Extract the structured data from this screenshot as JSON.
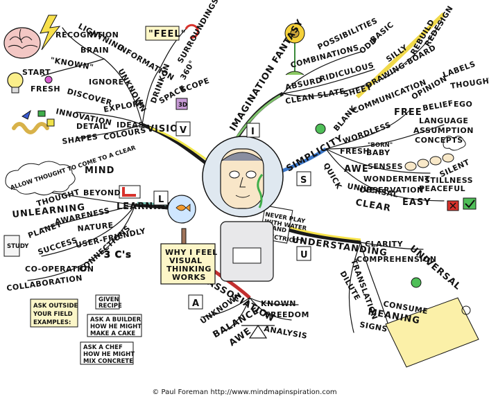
{
  "title_box": [
    "WHY I FEEL",
    "VISUAL",
    "THINKING",
    "WORKS"
  ],
  "footer": "© Paul Foreman http://www.mindmapinspiration.com",
  "main_branches": {
    "vision": "VISION",
    "imagination": "IMAGINATION FANTASY",
    "simplicity": "SIMPLICITY",
    "learning": "LEARNING",
    "understanding": "UNDERSTANDING",
    "association": "ASSOCIATION"
  },
  "letters": [
    "V",
    "I",
    "S",
    "U",
    "A",
    "L"
  ],
  "vision_words": {
    "lightning": "LIGHTNING",
    "recognition": "RECOGNITION",
    "brain": "BRAIN",
    "information": "INFORMATION",
    "known": "\"KNOWN\"",
    "ignore": "IGNORE",
    "unknown": "UNKNOWN",
    "start": "START",
    "fresh": "FRESH",
    "discover": "DISCOVER",
    "explore": "EXPLORE",
    "innovation": "INNOVATION",
    "ideas": "IDEAS",
    "detail": "DETAIL",
    "shapes": "SHAPES",
    "colours": "COLOURS",
    "feel": "\"FEEL\"",
    "surroundings": "SURROUNDINGS",
    "drink_in": "DRINK-IN",
    "space": "SPACE",
    "three_sixty": "360°",
    "scope": "SCOPE",
    "three_d": "3D"
  },
  "imagination_words": {
    "possibilities": "POSSIBILITIES",
    "combinations": "COMBINATIONS",
    "odd": "ODD",
    "basic": "BASIC",
    "absurd": "ABSURD",
    "ridiculous": "RIDICULOUS",
    "silly": "SILLY",
    "clean_slate": "CLEAN SLATE",
    "sheet": "SHEET",
    "drawing_board": "DRAWING-BOARD",
    "rebuild": "REBUILD",
    "redesign": "REDESIGN"
  },
  "simplicity_words": {
    "blank": "BLANK",
    "communication": "COMMUNICATION",
    "labels": "LABELS",
    "thought": "THOUGHT",
    "opinion": "OPINION",
    "wordless": "WORDLESS",
    "free": "FREE",
    "belief": "BELIEF",
    "ego": "EGO",
    "language": "LANGUAGE",
    "assumption": "ASSUMPTION",
    "concepts": "CONCEPTS",
    "fresh": "FRESH",
    "born": "\"BORN\"",
    "baby": "BABY",
    "awe": "AWE",
    "senses": "SENSES",
    "wonderment": "WONDERMENT",
    "silent": "SILENT",
    "stillness": "STILLNESS",
    "observation": "OBSERVATION",
    "quick": "QUICK",
    "universal": "UNIVERSAL",
    "peaceful": "PEACEFUL",
    "clear": "CLEAR",
    "easy": "EASY"
  },
  "learning_words": {
    "mind": "MIND",
    "allow": "ALLOW THOUGHT TO COME TO A CLEAR",
    "thought": "THOUGHT",
    "beyond": "BEYOND",
    "unlearning": "UNLEARNING",
    "awareness": "AWARENESS",
    "planet": "PLANET",
    "nature": "NATURE",
    "study": "STUDY",
    "success": "SUCCESS",
    "user_friendly": "USER-FRIENDLY",
    "cooperation": "CO-OPERATION",
    "connections": "CONNECTIONS",
    "three_cs": "3 C's",
    "collaboration": "COLLABORATION",
    "ask_outside": [
      "ASK OUTSIDE",
      "YOUR FIELD",
      "EXAMPLES:"
    ],
    "given_recipe": [
      "GIVEN",
      "RECIPE"
    ],
    "builder": [
      "ASK A BUILDER",
      "HOW HE MIGHT",
      "MAKE A CAKE"
    ],
    "chef": [
      "ASK A CHEF",
      "HOW HE MIGHT",
      "MIX CONCRETE"
    ]
  },
  "understanding_words": {
    "universal": "UNIVERSAL",
    "clarity": "CLARITY",
    "comprehension": "COMPREHENSION",
    "translation": "TRANSLATION",
    "dilute": "DILUTE",
    "consume": "CONSUME",
    "meaning": "MEANING",
    "signs": "SIGNS",
    "warning": [
      "NEVER PLAY",
      "WITH WATER",
      "AND",
      "ELECTRICITY"
    ]
  },
  "association_words": {
    "known": "KNOWN",
    "freedom": "FREEDOM",
    "analysis": "ANALYSIS",
    "unknown": "UNKNOWN",
    "balance": "BALANCE",
    "awe": "AWE"
  }
}
